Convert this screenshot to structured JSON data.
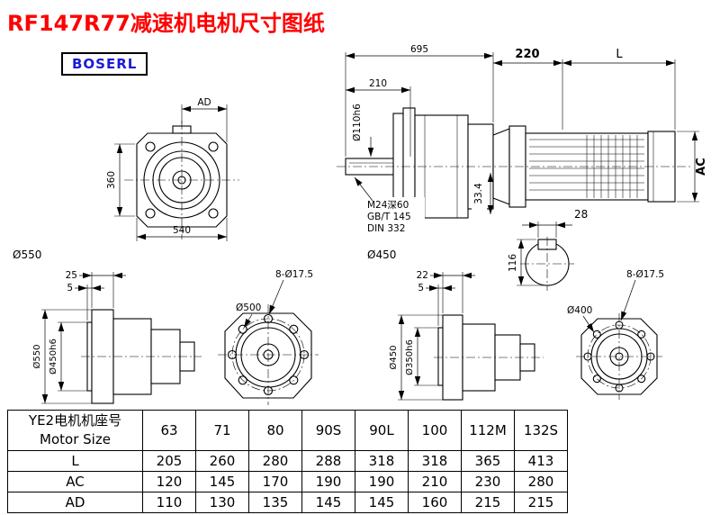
{
  "page": {
    "title": "RF147R77减速机电机尺寸图纸",
    "brand": "BOSERL"
  },
  "dims": {
    "d695": "695",
    "d210": "210",
    "d220": "220",
    "dL": "L",
    "dAC": "AC",
    "shaft": "Ø110h6",
    "m24": "M24深60",
    "gbt": "GB/T 145",
    "din": "DIN 332",
    "d334": "33.4",
    "d28": "28",
    "d116": "116",
    "dAD": "AD",
    "d360": "360",
    "d540": "540",
    "d550_left": "Ø550",
    "d450_mid": "Ø450",
    "a25": "25",
    "a5": "5",
    "a550": "Ø550",
    "a450h6": "Ø450h6",
    "b500": "Ø500",
    "b_holes": "8-Ø17.5",
    "c22": "22",
    "c5": "5",
    "c450": "Ø450",
    "c350h6": "Ø350h6",
    "d400": "Ø400",
    "d_holes": "8-Ø17.5"
  },
  "table": {
    "header_cn": "YE2电机机座号",
    "header_en": "Motor Size",
    "columns": [
      "63",
      "71",
      "80",
      "90S",
      "90L",
      "100",
      "112M",
      "132S"
    ],
    "rows": [
      {
        "label": "L",
        "values": [
          "205",
          "260",
          "280",
          "288",
          "318",
          "318",
          "365",
          "413"
        ]
      },
      {
        "label": "AC",
        "values": [
          "120",
          "145",
          "170",
          "190",
          "190",
          "210",
          "230",
          "280"
        ]
      },
      {
        "label": "AD",
        "values": [
          "110",
          "130",
          "135",
          "145",
          "145",
          "160",
          "215",
          "215"
        ]
      }
    ]
  }
}
